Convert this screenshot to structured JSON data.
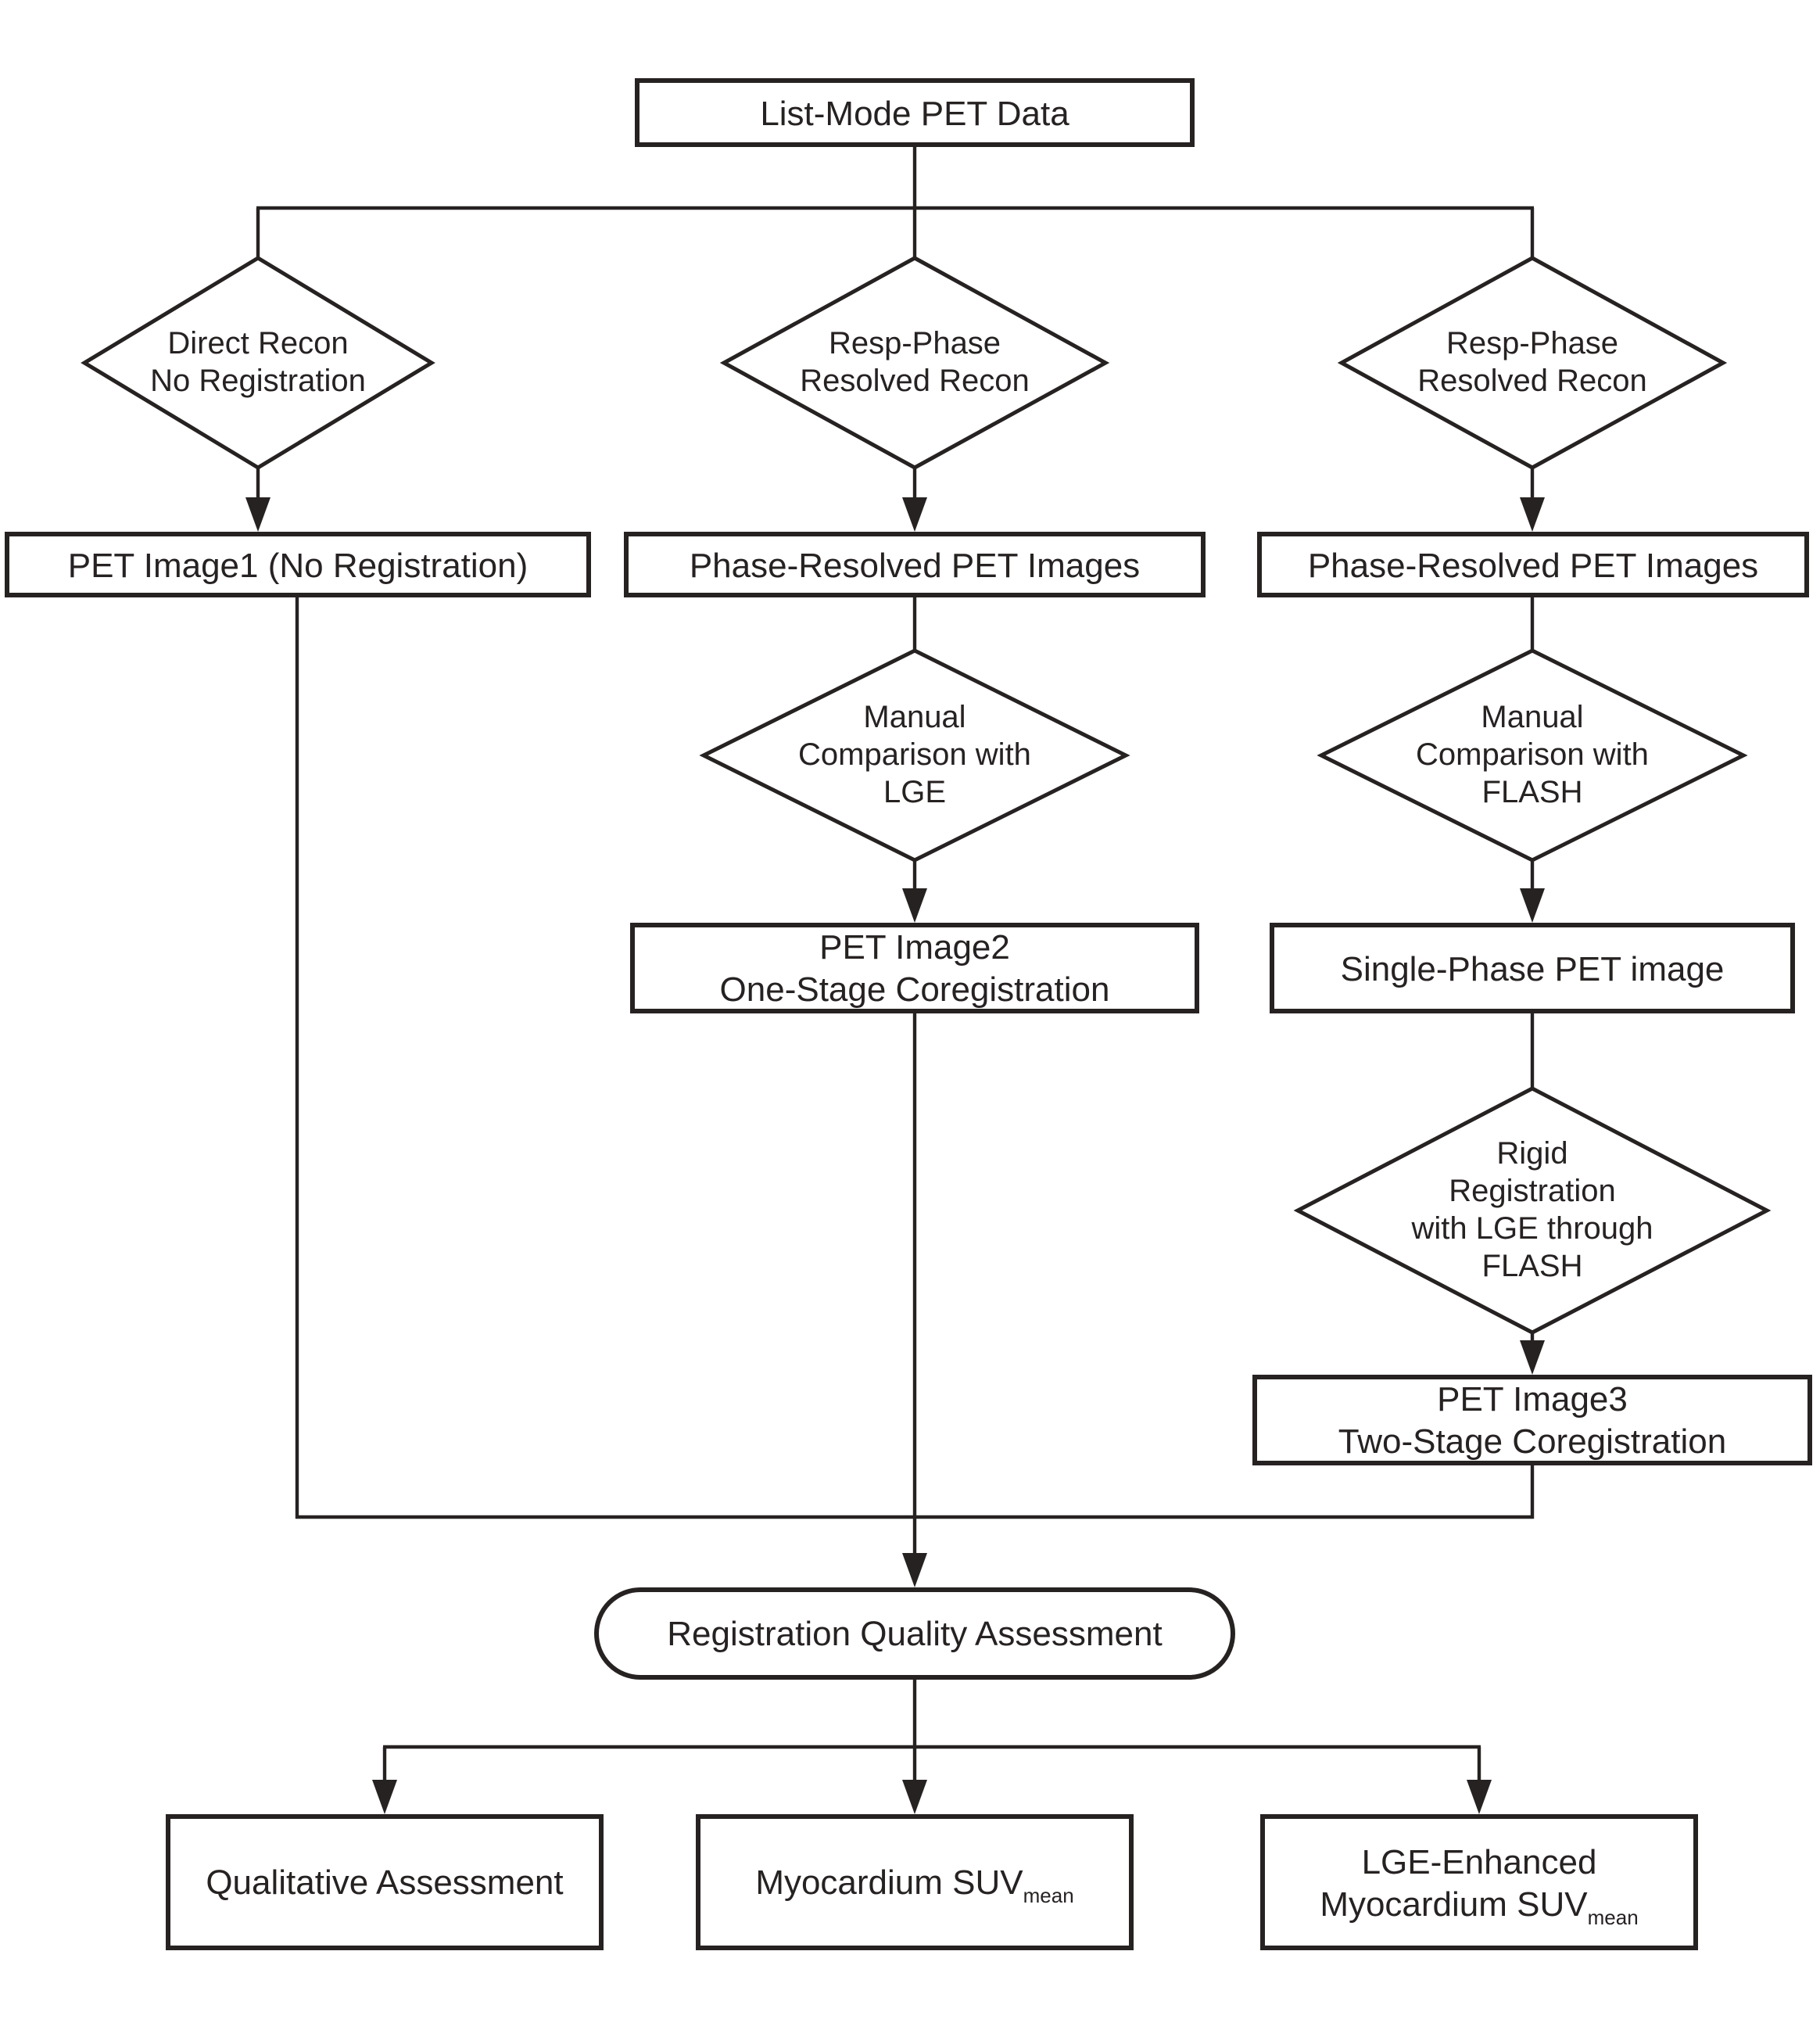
{
  "nodes": {
    "list_mode_pet_data": {
      "label": "List-Mode PET Data"
    },
    "direct_recon": {
      "line1": "Direct Recon",
      "line2": "No Registration"
    },
    "resp_phase_recon_mid": {
      "line1": "Resp-Phase",
      "line2": "Resolved Recon"
    },
    "resp_phase_recon_right": {
      "line1": "Resp-Phase",
      "line2": "Resolved Recon"
    },
    "pet_image1": {
      "label": "PET Image1 (No Registration)"
    },
    "phase_resolved_images_mid": {
      "label": "Phase-Resolved PET Images"
    },
    "phase_resolved_images_right": {
      "label": "Phase-Resolved PET Images"
    },
    "manual_comparison_lge": {
      "line1": "Manual",
      "line2": "Comparison with",
      "line3": "LGE"
    },
    "manual_comparison_flash": {
      "line1": "Manual",
      "line2": "Comparison with",
      "line3": "FLASH"
    },
    "pet_image2": {
      "line1": "PET Image2",
      "line2": "One-Stage Coregistration"
    },
    "single_phase_pet_image": {
      "label": "Single-Phase PET image"
    },
    "rigid_registration": {
      "line1": "Rigid",
      "line2": "Registration",
      "line3": "with LGE through",
      "line4": "FLASH"
    },
    "pet_image3": {
      "line1": "PET Image3",
      "line2": "Two-Stage Coregistration"
    },
    "registration_quality_assessment": {
      "label": "Registration Quality Assessment"
    },
    "qualitative_assessment": {
      "label": "Qualitative Assessment"
    },
    "myocardium_suv": {
      "label": "Myocardium SUV",
      "subscript": "mean"
    },
    "lge_enhanced_myocardium_suv": {
      "line1": "LGE-Enhanced",
      "line2": "Myocardium SUV",
      "subscript": "mean"
    }
  },
  "colors": {
    "ink": "#272222",
    "background": "#ffffff"
  }
}
